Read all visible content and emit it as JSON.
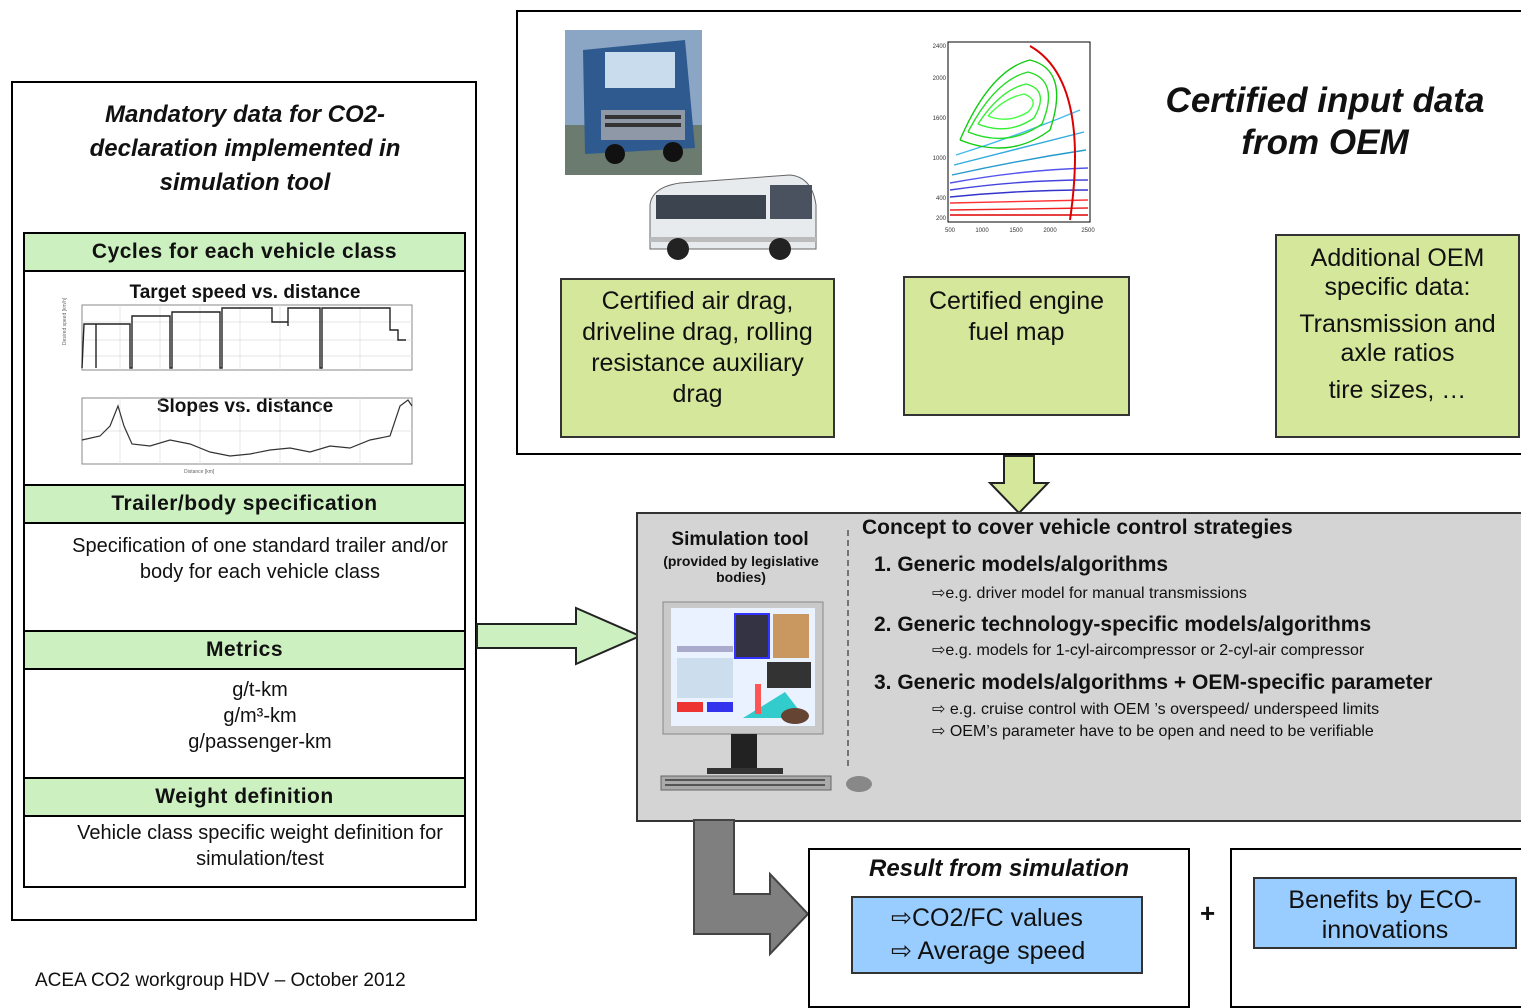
{
  "left_panel": {
    "title": "Mandatory data for CO2-declaration implemented in simulation tool",
    "sections": [
      {
        "header": "Cycles for each vehicle class",
        "plot1_title": "Target speed vs. distance",
        "plot2_title": "Slopes vs. distance"
      },
      {
        "header": "Trailer/body specification",
        "body": "Specification of one standard trailer and/or body for each vehicle class"
      },
      {
        "header": "Metrics",
        "lines": [
          "g/t-km",
          "g/m³-km",
          "g/passenger-km"
        ]
      },
      {
        "header": "Weight  definition",
        "body": "Vehicle class specific weight definition for simulation/test"
      }
    ]
  },
  "top_panel": {
    "title": "Certified input data from OEM",
    "box1": "Certified air drag, driveline drag, rolling resistance auxiliary drag",
    "box2": "Certified engine fuel map",
    "box3_a": "Additional OEM specific data:",
    "box3_b": "Transmission and axle ratios",
    "box3_c": "tire sizes, …"
  },
  "sim_panel": {
    "tool_title": "Simulation tool",
    "tool_sub": "(provided by legislative bodies)",
    "concept_title": "Concept to cover vehicle control strategies",
    "items": [
      {
        "title": "1. Generic models/algorithms",
        "notes": [
          "⇨e.g. driver model for manual transmissions"
        ]
      },
      {
        "title": "2. Generic technology-specific models/algorithms",
        "notes": [
          "⇨e.g. models for 1-cyl-aircompressor or 2-cyl-air compressor"
        ]
      },
      {
        "title": "3. Generic models/algorithms + OEM-specific parameter",
        "notes": [
          "⇨ e.g. cruise control with OEM ’s overspeed/ underspeed limits",
          "⇨ OEM’s parameter have to be open and need to be verifiable"
        ]
      }
    ]
  },
  "result_panel": {
    "title": "Result from simulation",
    "line1": "⇨CO2/FC values",
    "line2": "⇨ Average speed",
    "plus": "+",
    "benefits": "Benefits by ECO-innovations"
  },
  "footer": "ACEA CO2 workgroup HDV – October 2012",
  "colors": {
    "green_box": "#d4e79a",
    "header_green": "#ccf0c0",
    "blue_box": "#99ccff",
    "grey_panel": "#d4d4d4"
  }
}
